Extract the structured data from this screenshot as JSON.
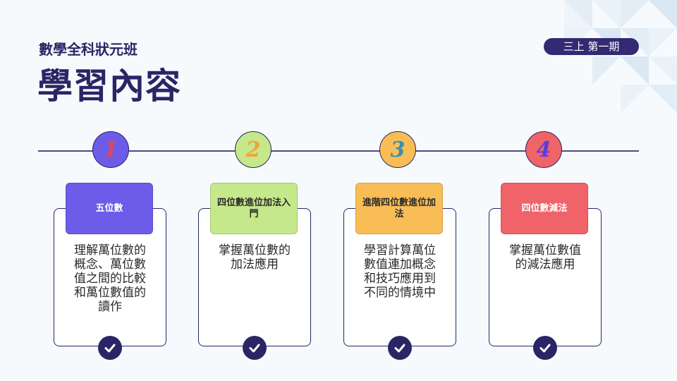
{
  "header": {
    "subtitle": "數學全科狀元班",
    "title": "學習內容",
    "badge": "三上 第一期"
  },
  "steps": [
    {
      "number": "1",
      "number_color": "#e0465a",
      "circle_color": "#6c5ce7",
      "label": "五位數",
      "label_bg": "#6c5ce7",
      "label_color": "#ffffff",
      "description": "理解萬位數的概念、萬位數值之間的比較和萬位數值的讀作"
    },
    {
      "number": "2",
      "number_color": "#f2a33a",
      "circle_color": "#c5e88a",
      "label": "四位數進位加法入門",
      "label_bg": "#c5e88a",
      "label_color": "#2a2a2a",
      "description": "掌握萬位數的加法應用"
    },
    {
      "number": "3",
      "number_color": "#3a8fb0",
      "circle_color": "#f9bd56",
      "label": "進階四位數進位加法",
      "label_bg": "#f9bd56",
      "label_color": "#2a2a2a",
      "description": "學習計算萬位數值連加概念和技巧應用到不同的情境中"
    },
    {
      "number": "4",
      "number_color": "#5a3de0",
      "circle_color": "#ef6369",
      "label": "四位數減法",
      "label_bg": "#ef6369",
      "label_color": "#ffffff",
      "description": "掌握萬位數值的減法應用"
    }
  ],
  "icons": {
    "step_complete": "check-circle-icon"
  },
  "colors": {
    "primary": "#2b2566",
    "background": "#f7fafc"
  }
}
